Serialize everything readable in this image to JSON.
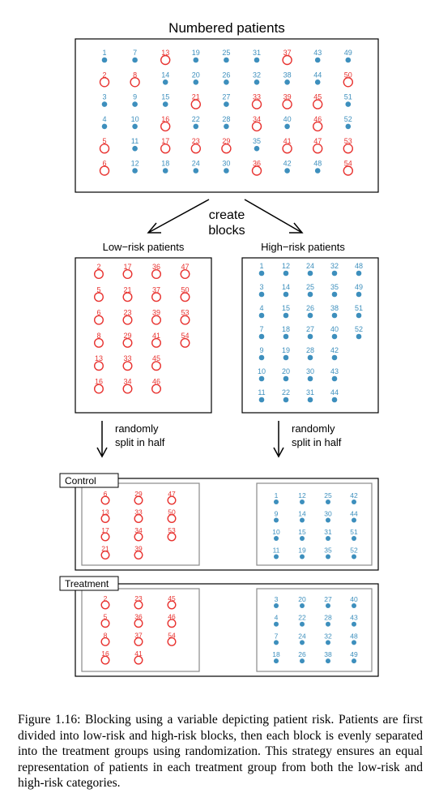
{
  "colors": {
    "high_risk": "#3d8fbd",
    "low_risk": "#e8322f",
    "box_gray": "#8a8a8a"
  },
  "headings": {
    "numbered": "Numbered patients",
    "create_blocks_1": "create",
    "create_blocks_2": "blocks",
    "low_risk": "Low−risk patients",
    "high_risk": "High−risk patients",
    "split_1": "randomly",
    "split_2": "split in half",
    "control": "Control",
    "treatment": "Treatment"
  },
  "low_risk_ids": [
    2,
    5,
    6,
    8,
    13,
    16,
    17,
    21,
    23,
    29,
    33,
    34,
    36,
    37,
    39,
    41,
    45,
    46,
    47,
    50,
    53,
    54
  ],
  "low_risk_block": [
    [
      2,
      17,
      36,
      47
    ],
    [
      5,
      21,
      37,
      50
    ],
    [
      6,
      23,
      39,
      53
    ],
    [
      8,
      29,
      41,
      54
    ],
    [
      13,
      33,
      45
    ],
    [
      16,
      34,
      46
    ]
  ],
  "high_risk_block": [
    [
      1,
      12,
      24,
      32,
      48
    ],
    [
      3,
      14,
      25,
      35,
      49
    ],
    [
      4,
      15,
      26,
      38,
      51
    ],
    [
      7,
      18,
      27,
      40,
      52
    ],
    [
      9,
      19,
      28,
      42
    ],
    [
      10,
      20,
      30,
      43
    ],
    [
      11,
      22,
      31,
      44
    ]
  ],
  "control_low": [
    [
      6,
      29,
      47
    ],
    [
      13,
      33,
      50
    ],
    [
      17,
      34,
      53
    ],
    [
      21,
      39
    ]
  ],
  "control_high": [
    [
      1,
      12,
      25,
      42
    ],
    [
      9,
      14,
      30,
      44
    ],
    [
      10,
      15,
      31,
      51
    ],
    [
      11,
      19,
      35,
      52
    ]
  ],
  "treatment_low": [
    [
      2,
      23,
      45
    ],
    [
      5,
      36,
      46
    ],
    [
      8,
      37,
      54
    ],
    [
      16,
      41
    ]
  ],
  "treatment_high": [
    [
      3,
      20,
      27,
      40
    ],
    [
      4,
      22,
      28,
      43
    ],
    [
      7,
      24,
      32,
      48
    ],
    [
      18,
      26,
      38,
      49
    ]
  ],
  "caption": "Figure 1.16: Blocking using a variable depicting patient risk. Patients are first divided into low-risk and high-risk blocks, then each block is evenly separated into the treatment groups using randomization. This strategy ensures an equal representation of patients in each treatment group from both the low-risk and high-risk categories."
}
